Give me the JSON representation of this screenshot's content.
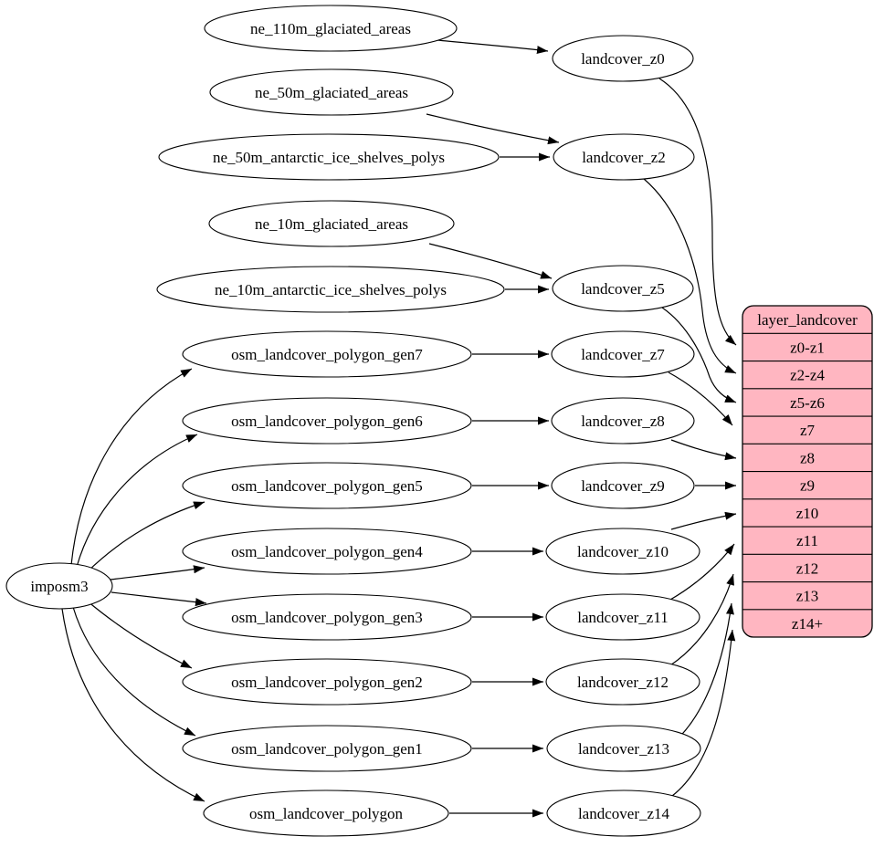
{
  "colors": {
    "record_fill": "#ffb6c1",
    "node_fill": "#ffffff",
    "stroke": "#000000",
    "background": "#ffffff"
  },
  "nodes": {
    "imposm3": {
      "label": "imposm3"
    },
    "ne_110m_glaciated_areas": {
      "label": "ne_110m_glaciated_areas"
    },
    "ne_50m_glaciated_areas": {
      "label": "ne_50m_glaciated_areas"
    },
    "ne_50m_antarctic_ice_shelves_polys": {
      "label": "ne_50m_antarctic_ice_shelves_polys"
    },
    "ne_10m_glaciated_areas": {
      "label": "ne_10m_glaciated_areas"
    },
    "ne_10m_antarctic_ice_shelves_polys": {
      "label": "ne_10m_antarctic_ice_shelves_polys"
    },
    "osm_landcover_polygon_gen7": {
      "label": "osm_landcover_polygon_gen7"
    },
    "osm_landcover_polygon_gen6": {
      "label": "osm_landcover_polygon_gen6"
    },
    "osm_landcover_polygon_gen5": {
      "label": "osm_landcover_polygon_gen5"
    },
    "osm_landcover_polygon_gen4": {
      "label": "osm_landcover_polygon_gen4"
    },
    "osm_landcover_polygon_gen3": {
      "label": "osm_landcover_polygon_gen3"
    },
    "osm_landcover_polygon_gen2": {
      "label": "osm_landcover_polygon_gen2"
    },
    "osm_landcover_polygon_gen1": {
      "label": "osm_landcover_polygon_gen1"
    },
    "osm_landcover_polygon": {
      "label": "osm_landcover_polygon"
    },
    "landcover_z0": {
      "label": "landcover_z0"
    },
    "landcover_z2": {
      "label": "landcover_z2"
    },
    "landcover_z5": {
      "label": "landcover_z5"
    },
    "landcover_z7": {
      "label": "landcover_z7"
    },
    "landcover_z8": {
      "label": "landcover_z8"
    },
    "landcover_z9": {
      "label": "landcover_z9"
    },
    "landcover_z10": {
      "label": "landcover_z10"
    },
    "landcover_z11": {
      "label": "landcover_z11"
    },
    "landcover_z12": {
      "label": "landcover_z12"
    },
    "landcover_z13": {
      "label": "landcover_z13"
    },
    "landcover_z14": {
      "label": "landcover_z14"
    }
  },
  "record": {
    "title": "layer_landcover",
    "rows": [
      "z0-z1",
      "z2-z4",
      "z5-z6",
      "z7",
      "z8",
      "z9",
      "z10",
      "z11",
      "z12",
      "z13",
      "z14+"
    ]
  },
  "edges": [
    {
      "from": "imposm3",
      "to": "osm_landcover_polygon_gen7"
    },
    {
      "from": "imposm3",
      "to": "osm_landcover_polygon_gen6"
    },
    {
      "from": "imposm3",
      "to": "osm_landcover_polygon_gen5"
    },
    {
      "from": "imposm3",
      "to": "osm_landcover_polygon_gen4"
    },
    {
      "from": "imposm3",
      "to": "osm_landcover_polygon_gen3"
    },
    {
      "from": "imposm3",
      "to": "osm_landcover_polygon_gen2"
    },
    {
      "from": "imposm3",
      "to": "osm_landcover_polygon_gen1"
    },
    {
      "from": "imposm3",
      "to": "osm_landcover_polygon"
    },
    {
      "from": "ne_110m_glaciated_areas",
      "to": "landcover_z0"
    },
    {
      "from": "ne_50m_glaciated_areas",
      "to": "landcover_z2"
    },
    {
      "from": "ne_50m_antarctic_ice_shelves_polys",
      "to": "landcover_z2"
    },
    {
      "from": "ne_10m_glaciated_areas",
      "to": "landcover_z5"
    },
    {
      "from": "ne_10m_antarctic_ice_shelves_polys",
      "to": "landcover_z5"
    },
    {
      "from": "osm_landcover_polygon_gen7",
      "to": "landcover_z7"
    },
    {
      "from": "osm_landcover_polygon_gen6",
      "to": "landcover_z8"
    },
    {
      "from": "osm_landcover_polygon_gen5",
      "to": "landcover_z9"
    },
    {
      "from": "osm_landcover_polygon_gen4",
      "to": "landcover_z10"
    },
    {
      "from": "osm_landcover_polygon_gen3",
      "to": "landcover_z11"
    },
    {
      "from": "osm_landcover_polygon_gen2",
      "to": "landcover_z12"
    },
    {
      "from": "osm_landcover_polygon_gen1",
      "to": "landcover_z13"
    },
    {
      "from": "osm_landcover_polygon",
      "to": "landcover_z14"
    },
    {
      "from": "landcover_z0",
      "to": "layer_landcover:z0-z1"
    },
    {
      "from": "landcover_z2",
      "to": "layer_landcover:z2-z4"
    },
    {
      "from": "landcover_z5",
      "to": "layer_landcover:z5-z6"
    },
    {
      "from": "landcover_z7",
      "to": "layer_landcover:z7"
    },
    {
      "from": "landcover_z8",
      "to": "layer_landcover:z8"
    },
    {
      "from": "landcover_z9",
      "to": "layer_landcover:z9"
    },
    {
      "from": "landcover_z10",
      "to": "layer_landcover:z10"
    },
    {
      "from": "landcover_z11",
      "to": "layer_landcover:z11"
    },
    {
      "from": "landcover_z12",
      "to": "layer_landcover:z12"
    },
    {
      "from": "landcover_z13",
      "to": "layer_landcover:z13"
    },
    {
      "from": "landcover_z14",
      "to": "layer_landcover:z14+"
    }
  ]
}
